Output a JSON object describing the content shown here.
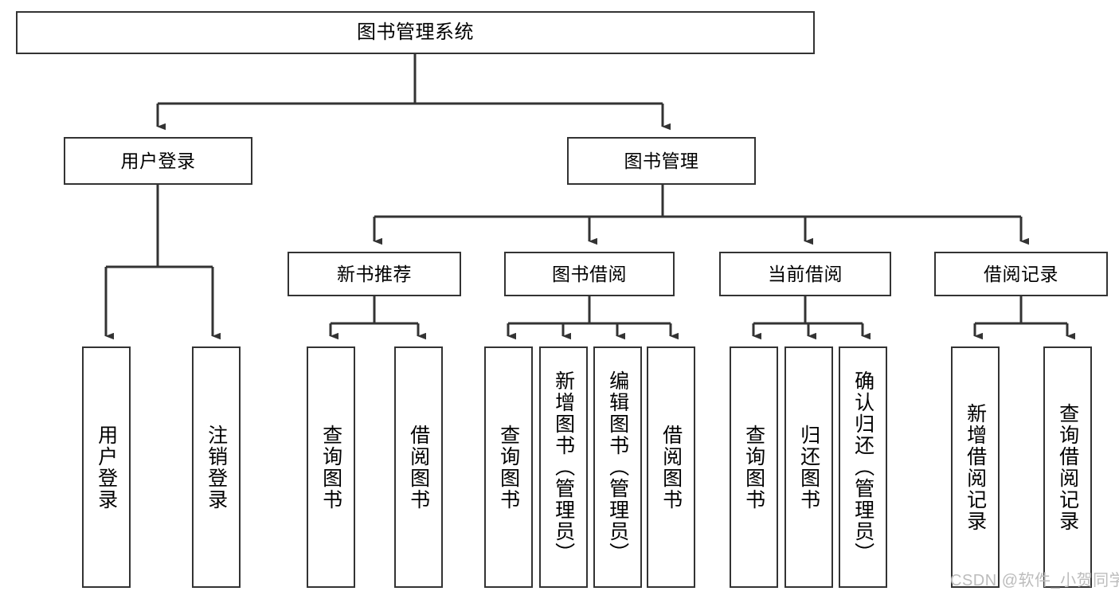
{
  "diagram": {
    "type": "hierarchy-tree",
    "title": "图书管理系统",
    "root": {
      "id": "root",
      "label": "图书管理系统"
    },
    "level2": [
      {
        "id": "user-login",
        "label": "用户登录"
      },
      {
        "id": "book-manage",
        "label": "图书管理"
      }
    ],
    "level3": [
      {
        "id": "new-book-recommend",
        "label": "新书推荐",
        "parent": "book-manage"
      },
      {
        "id": "book-borrow",
        "label": "图书借阅",
        "parent": "book-manage"
      },
      {
        "id": "current-borrow",
        "label": "当前借阅",
        "parent": "book-manage"
      },
      {
        "id": "borrow-record",
        "label": "借阅记录",
        "parent": "book-manage"
      }
    ],
    "leaves": [
      {
        "id": "leaf-user-login",
        "label": "用户登录",
        "parent": "user-login"
      },
      {
        "id": "leaf-logout",
        "label": "注销登录",
        "parent": "user-login"
      },
      {
        "id": "leaf-query-book-1",
        "label": "查询图书",
        "parent": "new-book-recommend"
      },
      {
        "id": "leaf-borrow-book-1",
        "label": "借阅图书",
        "parent": "new-book-recommend"
      },
      {
        "id": "leaf-query-book-2",
        "label": "查询图书",
        "parent": "book-borrow"
      },
      {
        "id": "leaf-add-book",
        "label": "新增图书（管理员）",
        "parent": "book-borrow"
      },
      {
        "id": "leaf-edit-book",
        "label": "编辑图书（管理员）",
        "parent": "book-borrow"
      },
      {
        "id": "leaf-borrow-book-2",
        "label": "借阅图书",
        "parent": "book-borrow"
      },
      {
        "id": "leaf-query-book-3",
        "label": "查询图书",
        "parent": "current-borrow"
      },
      {
        "id": "leaf-return-book",
        "label": "归还图书",
        "parent": "current-borrow"
      },
      {
        "id": "leaf-confirm-return",
        "label": "确认归还（管理员）",
        "parent": "current-borrow"
      },
      {
        "id": "leaf-add-record",
        "label": "新增借阅记录",
        "parent": "borrow-record"
      },
      {
        "id": "leaf-query-record",
        "label": "查询借阅记录",
        "parent": "borrow-record"
      }
    ],
    "colors": {
      "border": "#333333",
      "background": "#ffffff",
      "text": "#000000",
      "connector": "#333333",
      "watermark": "#bcbcbc"
    }
  },
  "watermark": {
    "text": "CSDN @软件_小贺同学"
  }
}
